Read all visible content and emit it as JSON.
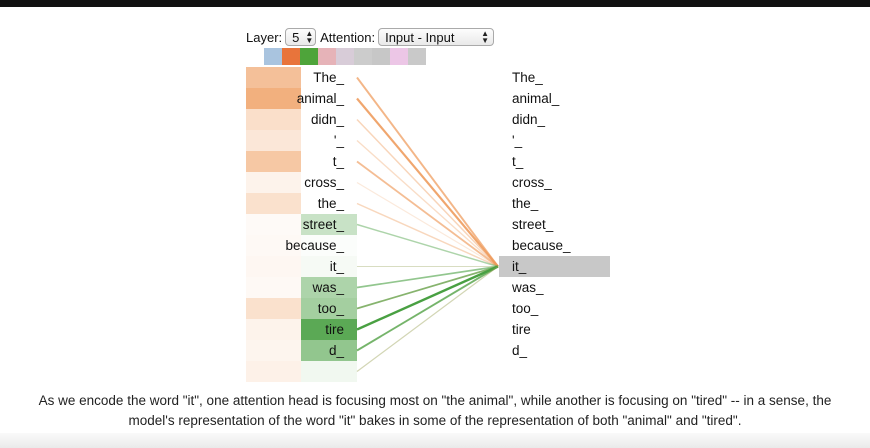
{
  "controls": {
    "layer_label": "Layer:",
    "layer_value": "5",
    "attention_label": "Attention:",
    "attention_value": "Input - Input"
  },
  "head_colors": [
    "#a9c4df",
    "#e8743b",
    "#4ea43a",
    "#e6b3b8",
    "#d8ccd8",
    "#cccccc",
    "#c7c7c7",
    "#ecc6e6",
    "#c9c9c9"
  ],
  "tokens": [
    "The_",
    "animal_",
    "didn_",
    "'_",
    "t_",
    "cross_",
    "the_",
    "street_",
    "because_",
    "it_",
    "was_",
    "too_",
    "tire",
    "d_"
  ],
  "selected_token": "it_",
  "orange_weights": [
    0.62,
    0.78,
    0.32,
    0.24,
    0.55,
    0.12,
    0.3,
    0.05,
    0.06,
    0.08,
    0.06,
    0.3,
    0.12,
    0.1,
    0.14
  ],
  "green_weights": [
    0,
    0,
    0,
    0,
    0,
    0,
    0,
    0.3,
    0.02,
    0.05,
    0.45,
    0.5,
    0.9,
    0.6,
    0.08
  ],
  "colors": {
    "orange": "#ee9a5a",
    "green": "#49a042",
    "selected": "#c8c8c8"
  },
  "caption": {
    "line1": "As we encode the word \"it\", one attention head is focusing most on \"the animal\", while another is focusing on \"tired\" -- in a sense, the",
    "line2": "model's representation of the word \"it\" bakes in some of the representation of both \"animal\" and \"tired\"."
  }
}
